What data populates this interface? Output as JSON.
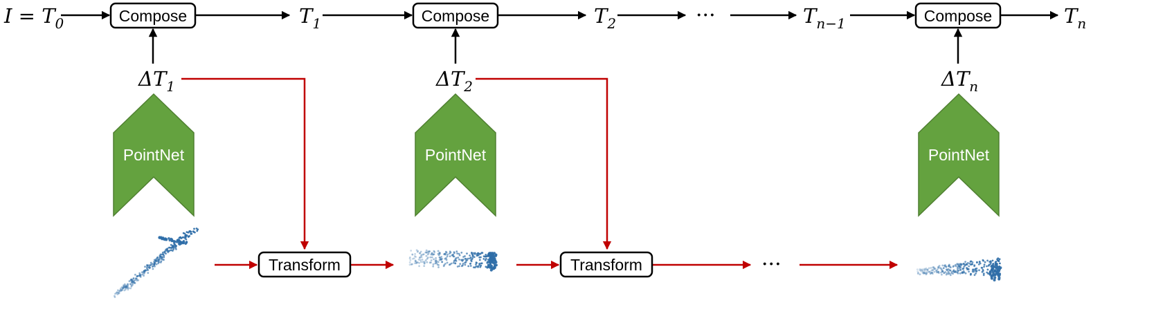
{
  "diagram": {
    "start_label": {
      "prefix": "I = T",
      "sub": "0"
    },
    "transforms": [
      {
        "base": "T",
        "sub": "1"
      },
      {
        "base": "T",
        "sub": "2"
      },
      {
        "base": "T",
        "sub": "n−1"
      },
      {
        "base": "T",
        "sub": "n"
      }
    ],
    "deltas": [
      {
        "base": "ΔT",
        "sub": "1"
      },
      {
        "base": "ΔT",
        "sub": "2"
      },
      {
        "base": "ΔT",
        "sub": "n"
      }
    ],
    "compose_label": "Compose",
    "transform_label": "Transform",
    "pointnet_label": "PointNet",
    "ellipsis": "···",
    "colors": {
      "black_arrow": "#000000",
      "red_arrow": "#c00000",
      "pointnet_fill": "#64a23f",
      "pointnet_stroke": "#4f7f31",
      "point_cloud": "#2f6ea8"
    }
  }
}
